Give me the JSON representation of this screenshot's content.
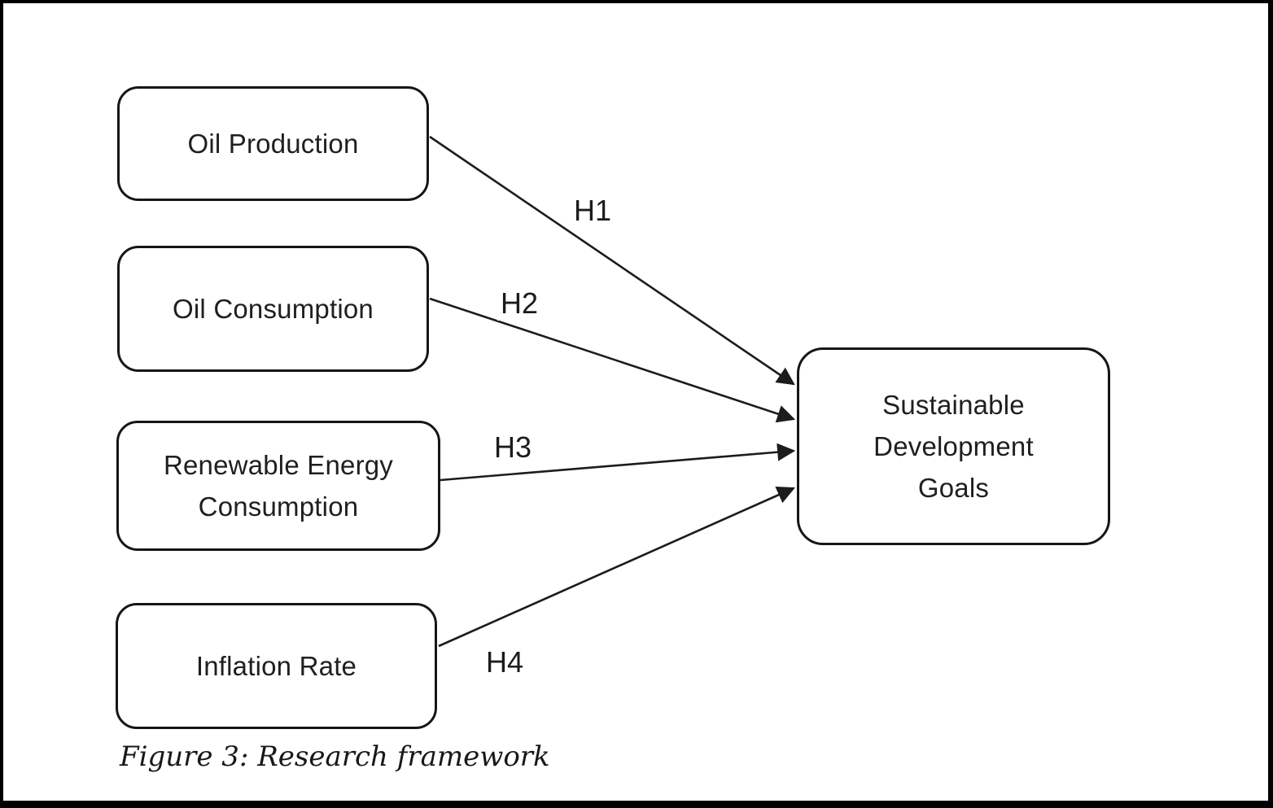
{
  "figure": {
    "caption": "Figure 3: Research framework"
  },
  "nodes": {
    "left": [
      {
        "id": "oil-production",
        "label": "Oil Production"
      },
      {
        "id": "oil-consumption",
        "label": "Oil Consumption"
      },
      {
        "id": "renewable-energy-consumption",
        "label": "Renewable Energy Consumption"
      },
      {
        "id": "inflation-rate",
        "label": "Inflation Rate"
      }
    ],
    "right": {
      "id": "sustainable-development-goals",
      "label": "Sustainable Development Goals"
    }
  },
  "edges": [
    {
      "from": "oil-production",
      "to": "sustainable-development-goals",
      "label": "H1"
    },
    {
      "from": "oil-consumption",
      "to": "sustainable-development-goals",
      "label": "H2"
    },
    {
      "from": "renewable-energy-consumption",
      "to": "sustainable-development-goals",
      "label": "H3"
    },
    {
      "from": "inflation-rate",
      "to": "sustainable-development-goals",
      "label": "H4"
    }
  ],
  "colors": {
    "background": "#ffffff",
    "frame_border": "#000000",
    "box_border": "#161616",
    "line": "#1c1c1c",
    "text": "#1f1f1f"
  }
}
